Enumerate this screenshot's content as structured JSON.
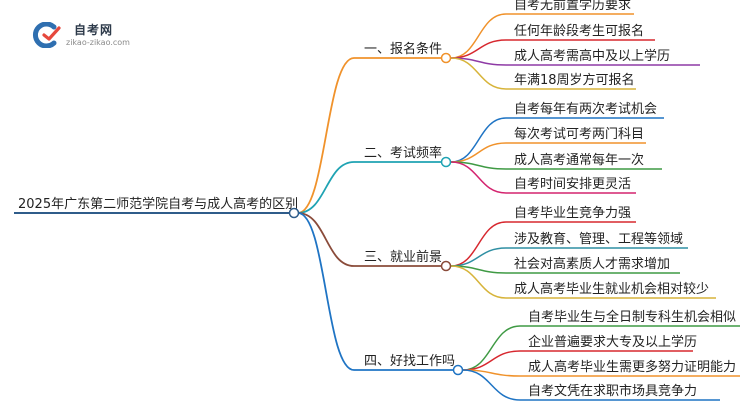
{
  "logo": {
    "title": "自考网",
    "url": "zikao-zikao.com"
  },
  "colors": {
    "root": "#2f5c8a",
    "branches": [
      "#f0922b",
      "#1fa3b3",
      "#8a4b3a",
      "#1f74c4"
    ],
    "leaves": [
      "#f0922b",
      "#d7282f",
      "#8e3aa5",
      "#d7b43a",
      "#1f74c4",
      "#f0922b",
      "#3f9a44",
      "#d4246f",
      "#d7282f",
      "#2f8fa3",
      "#3f9a44",
      "#d7b43a",
      "#3f9a44",
      "#d7282f",
      "#f0922b",
      "#1f74c4"
    ]
  },
  "root": {
    "label": "2025年广东第二师范学院自考与成人高考的区别"
  },
  "branches": [
    {
      "label": "一、报名条件",
      "children": [
        "自考无前置学历要求",
        "任何年龄段考生可报名",
        "成人高考需高中及以上学历",
        "年满18周岁方可报名"
      ]
    },
    {
      "label": "二、考试频率",
      "children": [
        "自考每年有两次考试机会",
        "每次考试可考两门科目",
        "成人高考通常每年一次",
        "自考时间安排更灵活"
      ]
    },
    {
      "label": "三、就业前景",
      "children": [
        "自考毕业生竞争力强",
        "涉及教育、管理、工程等领域",
        "社会对高素质人才需求增加",
        "成人高考毕业生就业机会相对较少"
      ]
    },
    {
      "label": "四、好找工作吗",
      "children": [
        "自考毕业生与全日制专科生机会相似",
        "企业普遍要求大专及以上学历",
        "成人高考毕业生需更多努力证明能力",
        "自考文凭在求职市场具竞争力"
      ]
    }
  ]
}
